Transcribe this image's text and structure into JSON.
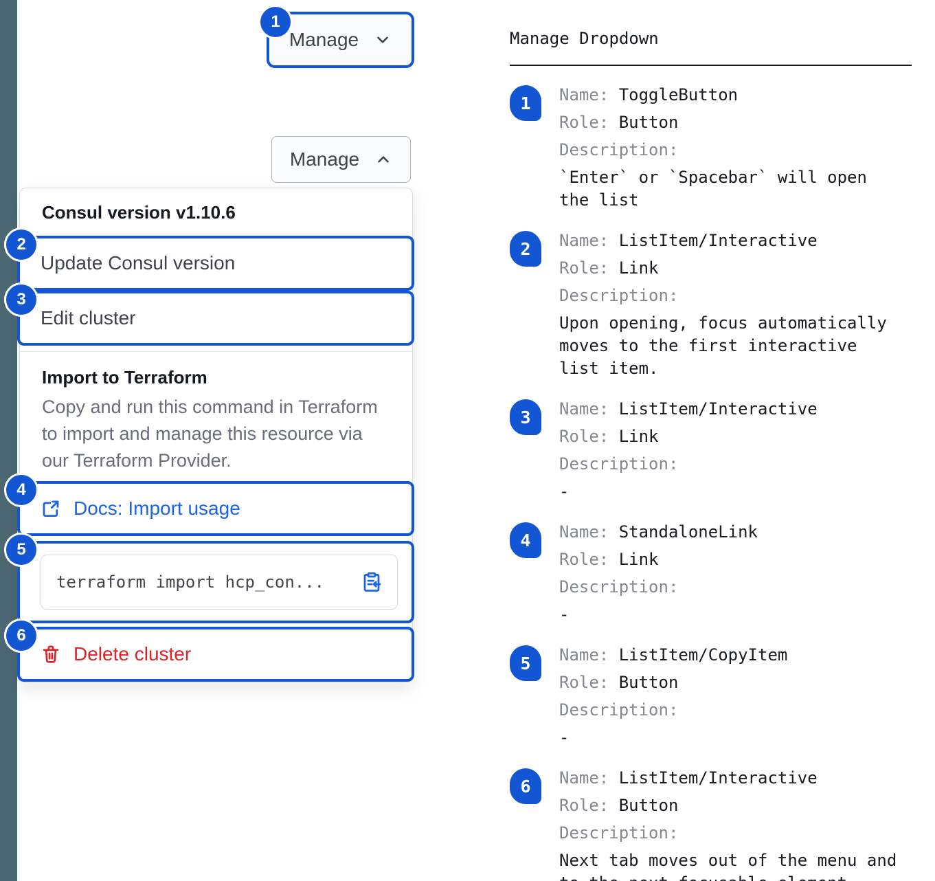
{
  "colors": {
    "accent_blue": "#1356d3",
    "link_blue": "#1c63ec",
    "danger_red": "#df2128",
    "rail_slate": "#4c6872"
  },
  "left": {
    "toggle_button": {
      "label": "Manage",
      "badge": "1"
    },
    "expanded_button": {
      "label": "Manage"
    },
    "dropdown": {
      "version_header": "Consul version v1.10.6",
      "update": {
        "label": "Update Consul version",
        "badge": "2"
      },
      "edit": {
        "label": "Edit cluster",
        "badge": "3"
      },
      "import_header": "Import to Terraform",
      "import_description": "Copy and run this command in Terraform to import and manage this resource via our Terraform Provider.",
      "docs_link": {
        "label": "Docs: Import usage",
        "badge": "4"
      },
      "copy_command": {
        "code": "terraform import hcp_con...",
        "badge": "5"
      },
      "delete": {
        "label": "Delete cluster",
        "badge": "6"
      }
    }
  },
  "right": {
    "title": "Manage Dropdown",
    "field_labels": {
      "name": "Name:",
      "role": "Role:",
      "description": "Description:"
    },
    "rows": [
      {
        "num": "1",
        "name": "ToggleButton",
        "role": "Button",
        "description": "`Enter` or `Spacebar` will open\nthe list"
      },
      {
        "num": "2",
        "name": "ListItem/Interactive",
        "role": "Link",
        "description": "Upon opening, focus automatically\nmoves to the first interactive\nlist item."
      },
      {
        "num": "3",
        "name": "ListItem/Interactive",
        "role": "Link",
        "description": "-"
      },
      {
        "num": "4",
        "name": "StandaloneLink",
        "role": "Link",
        "description": "-"
      },
      {
        "num": "5",
        "name": "ListItem/CopyItem",
        "role": "Button",
        "description": "-"
      },
      {
        "num": "6",
        "name": "ListItem/Interactive",
        "role": "Button",
        "description": "Next tab moves out of the menu and\nto the next focusable element"
      }
    ]
  }
}
